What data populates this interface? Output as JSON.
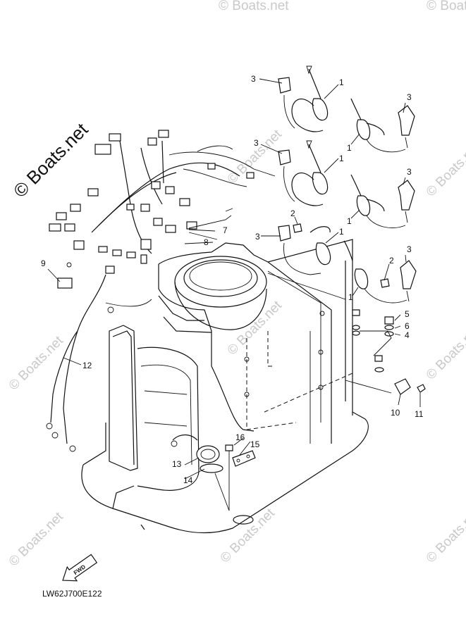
{
  "watermark": {
    "main": "© Boats.net",
    "faint": "© Boats.net"
  },
  "diagram_code": "LW62J700E122",
  "fwd_label": "FWD",
  "callouts": {
    "c1": "1",
    "c2": "2",
    "c3": "3",
    "c4": "4",
    "c5": "5",
    "c6": "6",
    "c7": "7",
    "c8": "8",
    "c9": "9",
    "c10": "10",
    "c11": "11",
    "c12": "12",
    "c13": "13",
    "c14": "14",
    "c15": "15",
    "c16": "16"
  }
}
